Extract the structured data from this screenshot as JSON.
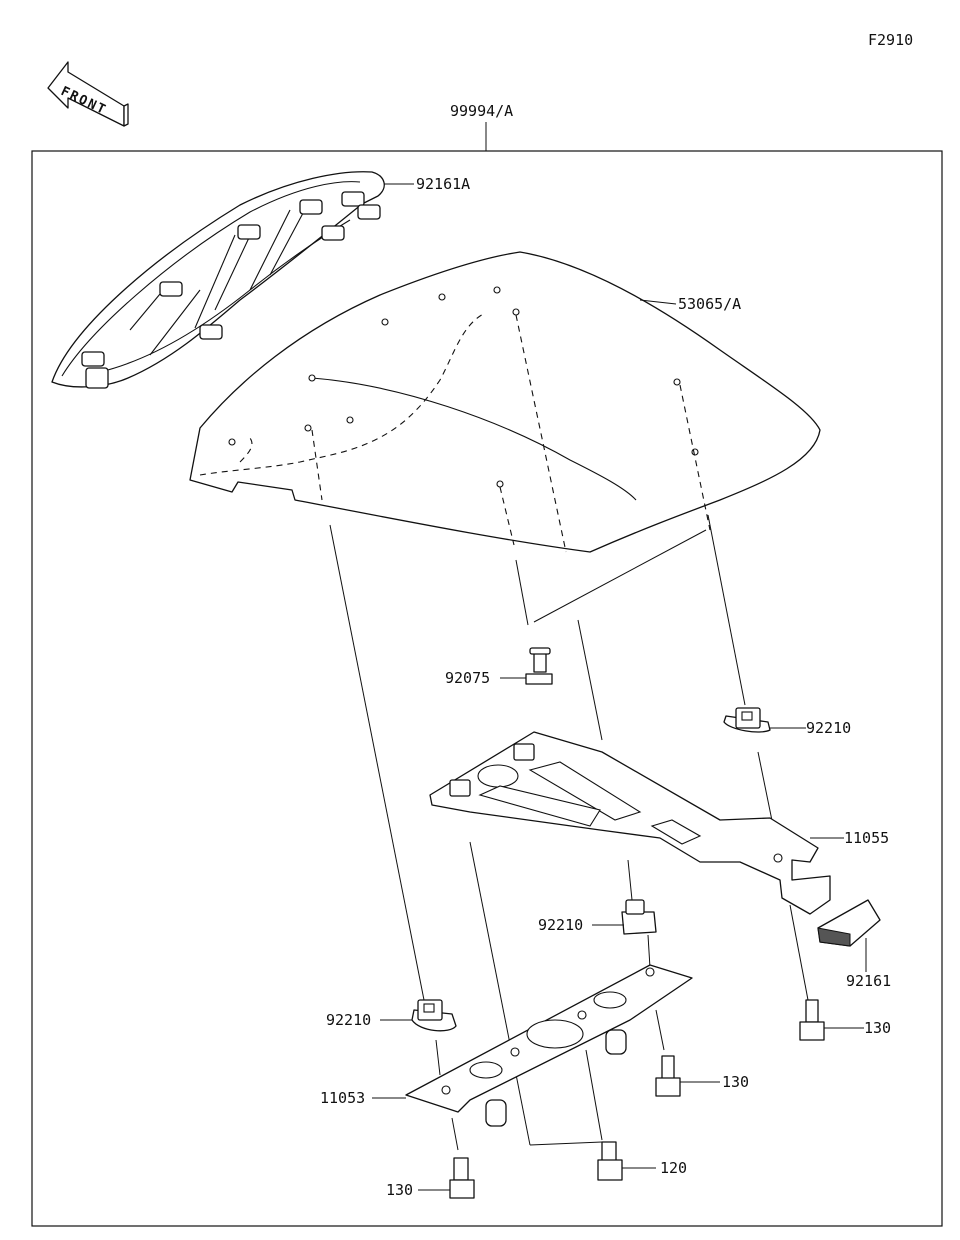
{
  "figure_code": "F2910",
  "front_arrow_text": "FRONT",
  "assembly_label": "99994/A",
  "parts": {
    "seat_pad": "92161A",
    "seat_cover": "53065/A",
    "pin": "92075",
    "nut_upper_right": "92210",
    "bracket_rear": "11055",
    "nut_middle": "92210",
    "rubber_pad": "92161",
    "nut_left": "92210",
    "bolt_right": "130",
    "bracket_front": "11053",
    "bolt_middle": "130",
    "bolt_front_left": "130",
    "bolt_front_right": "120"
  }
}
